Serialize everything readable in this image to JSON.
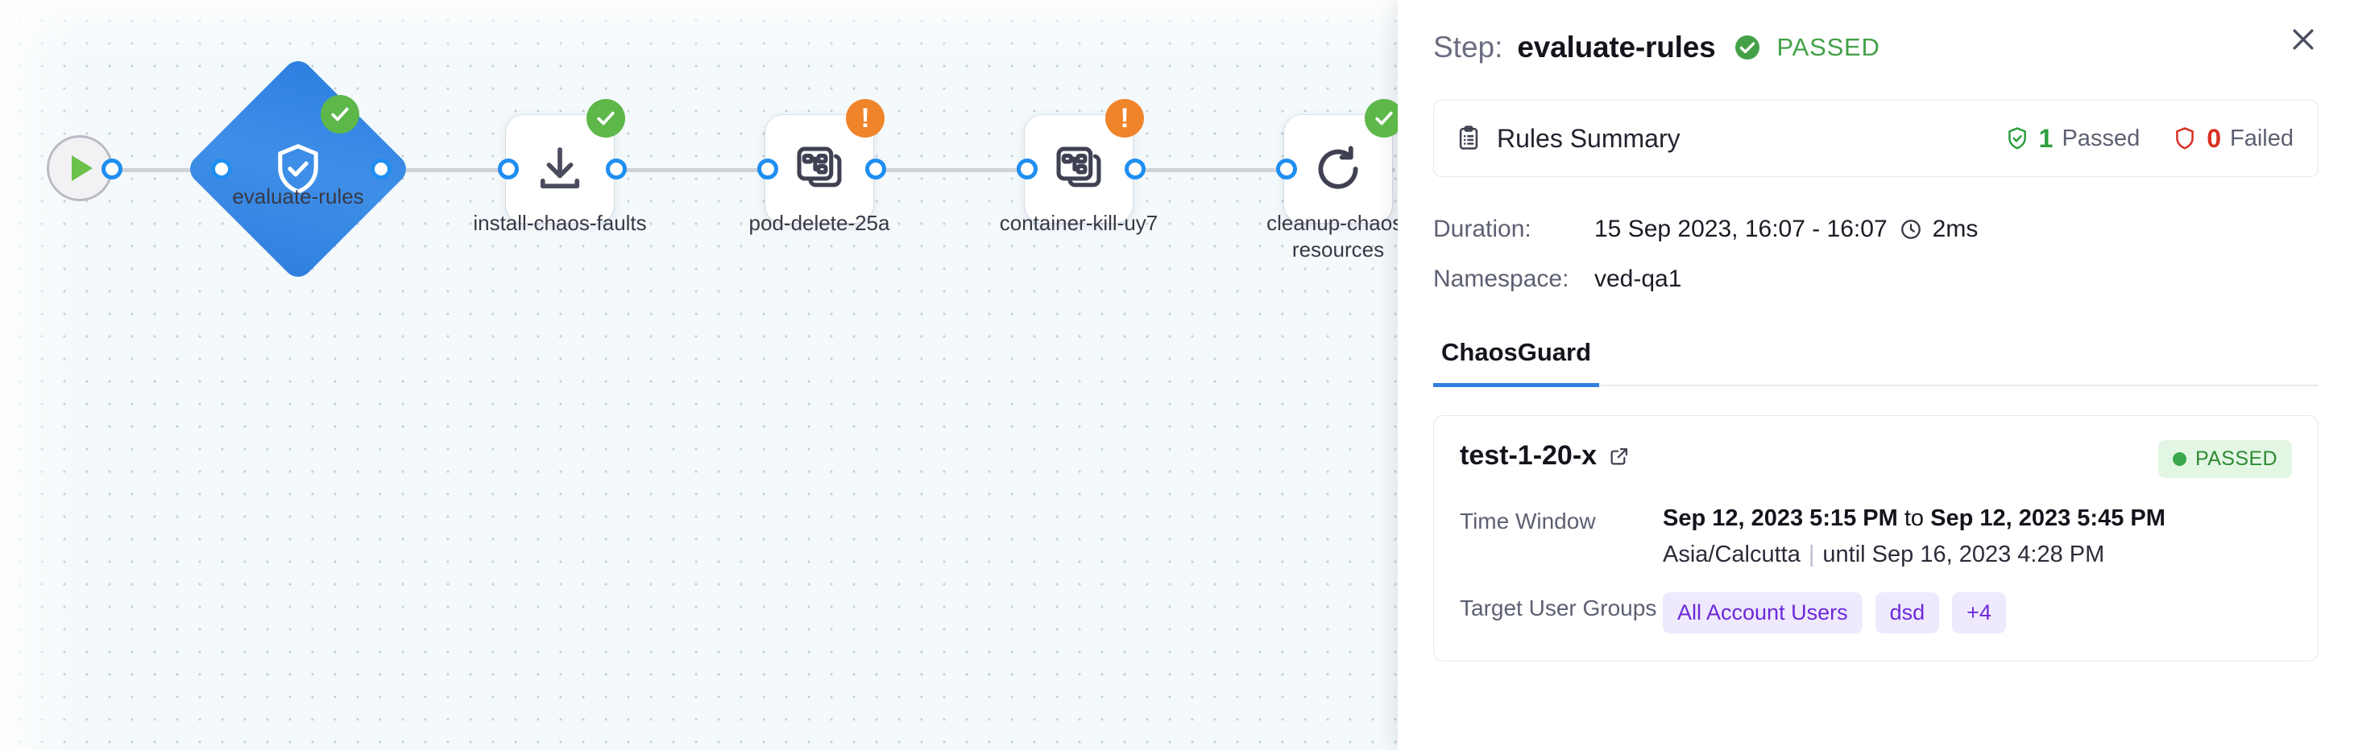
{
  "canvas": {
    "start_node": {
      "icon": "play-icon"
    },
    "nodes": [
      {
        "id": "evaluate-rules",
        "label": "evaluate-rules",
        "shape": "diamond",
        "icon": "shield-check-icon",
        "status": "passed"
      },
      {
        "id": "install-chaos",
        "label": "install-chaos-faults",
        "shape": "square",
        "icon": "download-icon",
        "status": "passed"
      },
      {
        "id": "pod-delete-25a",
        "label": "pod-delete-25a",
        "shape": "square",
        "icon": "chaos-fault-icon",
        "status": "warning"
      },
      {
        "id": "container-kill",
        "label": "container-kill-uy7",
        "shape": "square",
        "icon": "chaos-fault-icon",
        "status": "warning"
      },
      {
        "id": "cleanup-chaos",
        "label": "cleanup-chaos-resources",
        "shape": "square",
        "icon": "refresh-icon",
        "status": "passed"
      }
    ]
  },
  "panel": {
    "header": {
      "step_prefix": "Step:",
      "step_name": "evaluate-rules",
      "status_text": "PASSED",
      "status_icon": "check-circle-icon",
      "close_icon": "close-icon"
    },
    "rules_summary": {
      "icon": "clipboard-icon",
      "title": "Rules Summary",
      "passed_count": "1",
      "passed_label": "Passed",
      "failed_count": "0",
      "failed_label": "Failed"
    },
    "details": {
      "duration_key": "Duration:",
      "duration_value": "15 Sep 2023, 16:07 - 16:07",
      "duration_clock_icon": "clock-icon",
      "duration_elapsed": "2ms",
      "namespace_key": "Namespace:",
      "namespace_value": "ved-qa1"
    },
    "tabs": [
      {
        "id": "chaosguard",
        "label": "ChaosGuard",
        "active": true
      }
    ],
    "test_card": {
      "name": "test-1-20-x",
      "external_link_icon": "external-link-icon",
      "status_label": "PASSED",
      "time_window_key": "Time Window",
      "time_window_start": "Sep 12, 2023 5:15 PM",
      "time_window_join": " to ",
      "time_window_end": "Sep 12, 2023 5:45 PM",
      "timezone": "Asia/Calcutta",
      "until_text": "until Sep 16, 2023 4:28 PM",
      "target_groups_key": "Target User Groups",
      "target_groups": [
        "All Account Users",
        "dsd",
        "+4"
      ]
    }
  },
  "colors": {
    "accent_blue": "#2f7fdf",
    "pass_green": "#43a047",
    "warn_orange": "#f0842b",
    "fail_red": "#d93025",
    "chip_purple": "#6d28d9"
  }
}
